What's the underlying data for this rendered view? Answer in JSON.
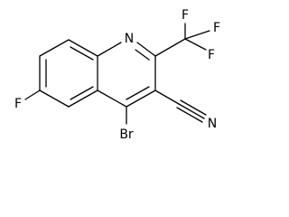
{
  "molecule": {
    "atoms": {
      "nitrogen": "N",
      "fluorine_ring": "F",
      "bromine": "Br",
      "nitrile_nitrogen": "N",
      "cf3_fluorine_top": "F",
      "cf3_fluorine_right": "F",
      "cf3_fluorine_bottom": "F"
    },
    "colors": {
      "bond": "#000000",
      "label": "#000000",
      "background": "#ffffff"
    }
  }
}
